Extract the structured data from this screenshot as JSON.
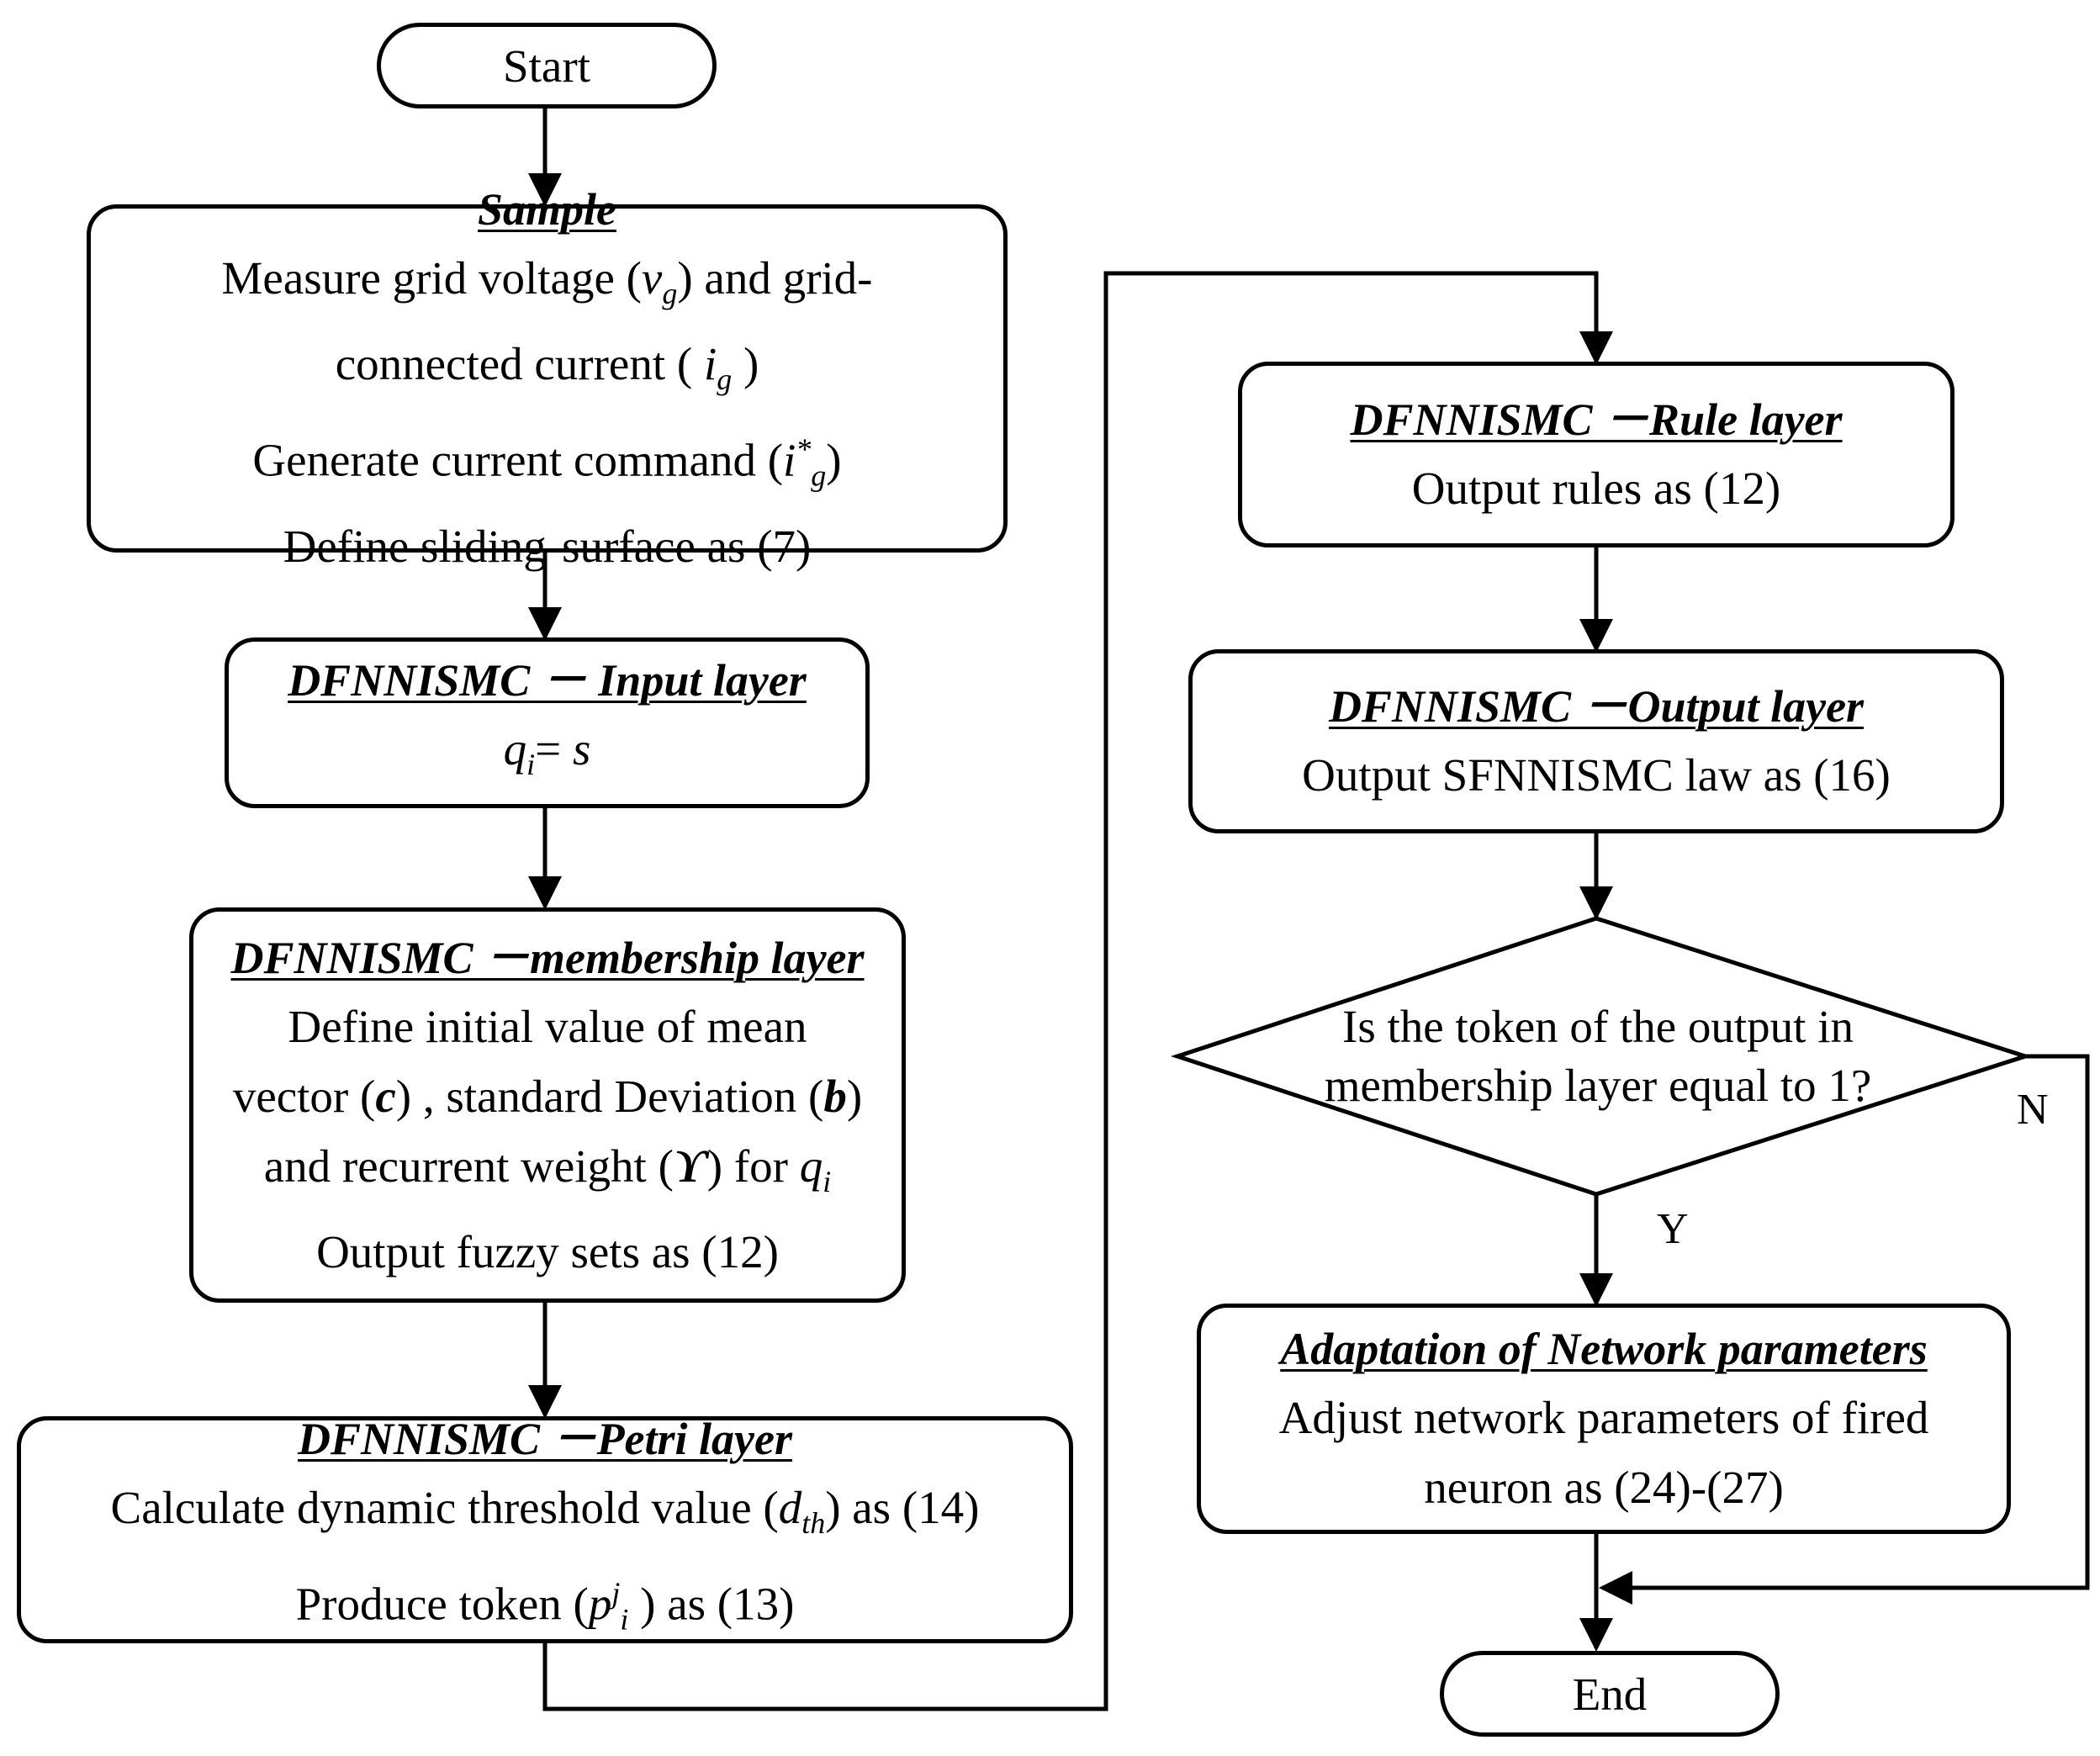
{
  "start": "Start",
  "end": "End",
  "sample": {
    "title": "Sample",
    "line1a": "Measure grid voltage (",
    "line1v": "v",
    "line1sub": "g",
    "line1b": ") and  grid-",
    "line2a": "connected current ( ",
    "line2i": "i",
    "line2sub": "g",
    "line2b": " )",
    "line3a": "Generate current command (",
    "line3i": "i",
    "line3sup": "*",
    "line3sub": "g",
    "line3b": ")",
    "line4": "Define sliding-surface as (7)"
  },
  "input_layer": {
    "title": "DFNNISMC  － Input layer",
    "q": "q",
    "qsub": "i",
    "eq": "= ",
    "s": "s"
  },
  "membership_layer": {
    "title": "DFNNISMC  －membership layer",
    "line1": "Define  initial value of  mean",
    "line2a": "vector (",
    "line2c": "c",
    "line2b": ") , standard Deviation (",
    "line2bb": "b",
    "line2e": ")",
    "line3a": "and recurrent weight (",
    "line3g": "ϒ",
    "line3b": ") for ",
    "line3q": "q",
    "line3sub": "i",
    "line4": "Output fuzzy sets as (12)"
  },
  "petri_layer": {
    "title": "DFNNISMC  －Petri layer",
    "line1a": "Calculate dynamic threshold value (",
    "line1d": "d",
    "line1sub": "th",
    "line1b": ") as (14)",
    "line2a": "Produce token (",
    "line2p": "p",
    "line2sup": "j",
    "line2sub": "i",
    "line2b": " ) as (13)"
  },
  "rule_layer": {
    "title": "DFNNISMC  －Rule layer",
    "line1": "Output rules as (12)"
  },
  "output_layer": {
    "title": "DFNNISMC  －Output layer",
    "line1": "Output SFNNISMC law as (16)"
  },
  "decision": {
    "line1": "Is the token of the output in",
    "line2": "membership layer equal to 1?",
    "yes": "Y",
    "no": "N"
  },
  "adaptation": {
    "title": "Adaptation of Network parameters",
    "line1": "Adjust network parameters of fired",
    "line2": "neuron as (24)-(27)"
  }
}
